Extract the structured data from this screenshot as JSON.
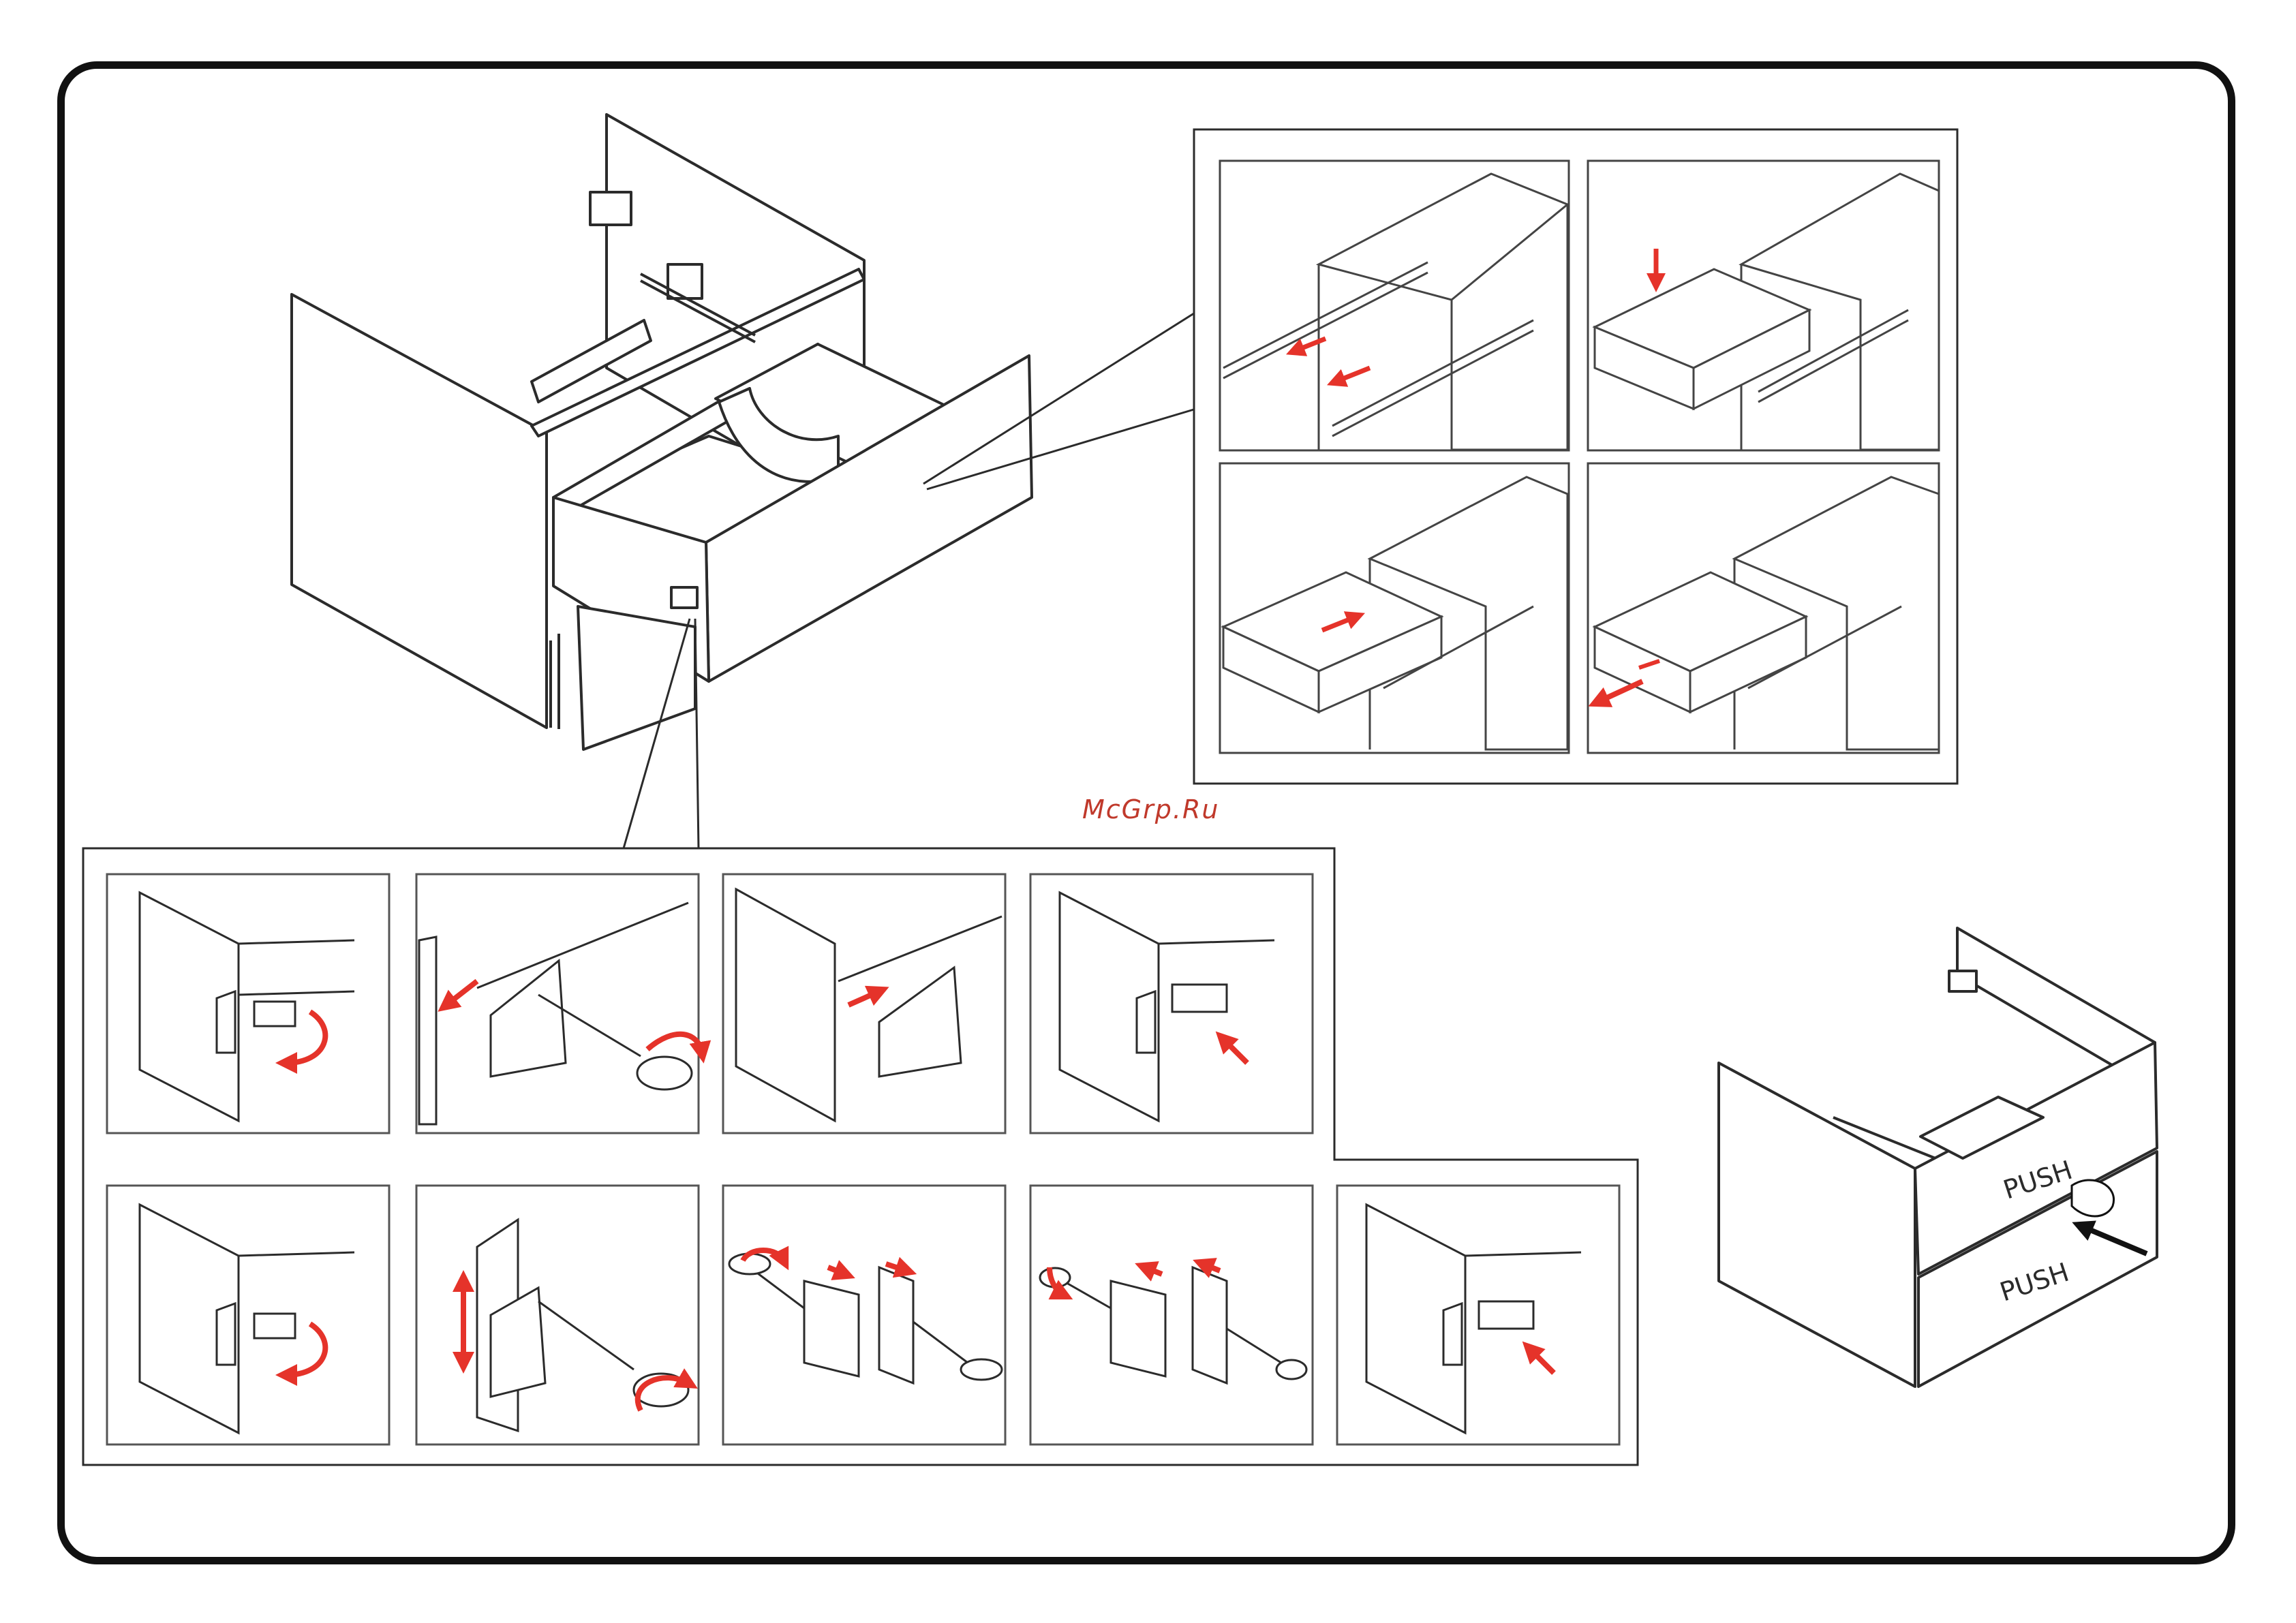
{
  "watermark": "McGrp.Ru",
  "labels": {
    "push_upper": "PUSH",
    "push_lower": "PUSH"
  },
  "colors": {
    "line": "#2b2b2b",
    "arrow": "#e5332a",
    "panel_border": "#555555",
    "frame": "#111111"
  },
  "icons": {
    "arrow": "red-arrow-icon",
    "rotate": "rotate-arrow-icon",
    "screwdriver": "screwdriver-icon",
    "hand": "hand-icon"
  }
}
